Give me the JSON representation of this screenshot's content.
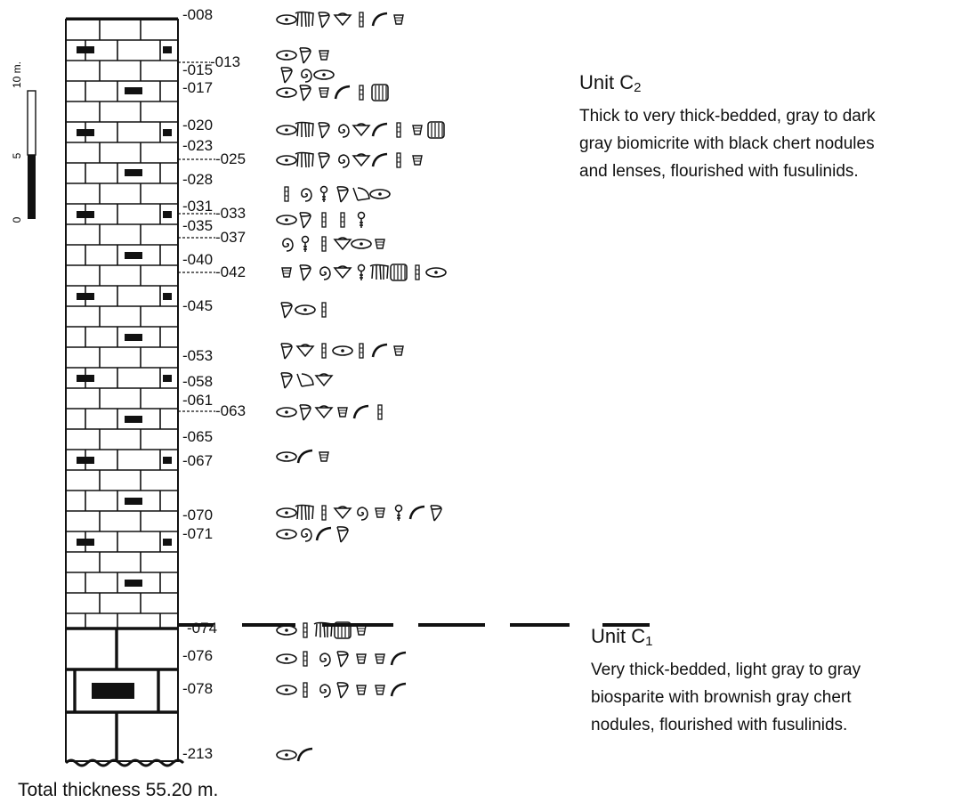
{
  "scale_bar": {
    "unit_label": "10 m.",
    "ticks": [
      "0",
      "5"
    ]
  },
  "samples": [
    {
      "id": "-008",
      "fossils": [
        "fusulinid",
        "crinoid",
        "gastropod",
        "bivalve",
        "ostracod",
        "brachiopod",
        "coral"
      ]
    },
    {
      "id": "-013",
      "fossils": [
        "fusulinid",
        "gastropod",
        "coral"
      ]
    },
    {
      "id": "-015",
      "fossils": [
        "gastropod",
        "ammonoid",
        "fusulinid"
      ]
    },
    {
      "id": "-017",
      "fossils": [
        "fusulinid",
        "gastropod",
        "coral",
        "brachiopod",
        "ostracod",
        "bryozoan"
      ]
    },
    {
      "id": "-020",
      "fossils": [
        "fusulinid",
        "crinoid",
        "gastropod",
        "ammonoid",
        "bivalve",
        "brachiopod",
        "ostracod",
        "coral",
        "bryozoan"
      ]
    },
    {
      "id": "-023",
      "fossils": []
    },
    {
      "id": "-025",
      "fossils": [
        "fusulinid",
        "crinoid",
        "gastropod",
        "ammonoid",
        "bivalve",
        "brachiopod",
        "ostracod",
        "coral"
      ]
    },
    {
      "id": "-028",
      "fossils": []
    },
    {
      "id": "-031",
      "fossils": [
        "ostracod",
        "ammonoid",
        "algae",
        "gastropod",
        "trilobite",
        "fusulinid"
      ]
    },
    {
      "id": "-033",
      "fossils": [
        "fusulinid",
        "gastropod",
        "ostracod",
        "ostracod",
        "algae"
      ]
    },
    {
      "id": "-035",
      "fossils": []
    },
    {
      "id": "-037",
      "fossils": [
        "ammonoid",
        "algae",
        "ostracod",
        "bivalve",
        "fusulinid",
        "coral"
      ]
    },
    {
      "id": "-040",
      "fossils": []
    },
    {
      "id": "-042",
      "fossils": [
        "coral",
        "gastropod",
        "ammonoid",
        "bivalve",
        "algae",
        "crinoid",
        "bryozoan",
        "ostracod",
        "fusulinid"
      ]
    },
    {
      "id": "-045",
      "fossils": [
        "gastropod",
        "fusulinid",
        "ostracod"
      ]
    },
    {
      "id": "-053",
      "fossils": [
        "gastropod",
        "bivalve",
        "ostracod",
        "fusulinid",
        "ostracod",
        "brachiopod",
        "coral"
      ]
    },
    {
      "id": "-058",
      "fossils": [
        "gastropod",
        "trilobite",
        "bivalve"
      ]
    },
    {
      "id": "-061",
      "fossils": []
    },
    {
      "id": "-063",
      "fossils": [
        "fusulinid",
        "gastropod",
        "bivalve",
        "coral",
        "brachiopod",
        "ostracod"
      ]
    },
    {
      "id": "-065",
      "fossils": []
    },
    {
      "id": "-067",
      "fossils": [
        "fusulinid",
        "brachiopod",
        "coral"
      ]
    },
    {
      "id": "-070",
      "fossils": [
        "fusulinid",
        "crinoid",
        "ostracod",
        "bivalve",
        "ammonoid",
        "coral",
        "algae",
        "brachiopod",
        "gastropod"
      ]
    },
    {
      "id": "-071",
      "fossils": [
        "fusulinid",
        "ammonoid",
        "brachiopod",
        "gastropod"
      ]
    },
    {
      "id": "-074",
      "fossils": [
        "fusulinid",
        "ostracod",
        "crinoid",
        "bryozoan",
        "coral"
      ]
    },
    {
      "id": "-076",
      "fossils": [
        "fusulinid",
        "ostracod",
        "ammonoid",
        "gastropod",
        "coral",
        "coral",
        "brachiopod"
      ]
    },
    {
      "id": "-078",
      "fossils": [
        "fusulinid",
        "ostracod",
        "ammonoid",
        "gastropod",
        "coral",
        "coral",
        "brachiopod"
      ]
    },
    {
      "id": "-213",
      "fossils": [
        "fusulinid",
        "brachiopod"
      ]
    }
  ],
  "units": {
    "c2": {
      "name": "Unit C",
      "subscript": "2",
      "description": [
        "Thick to very thick-bedded, gray to dark",
        "gray biomicrite with black chert nodules",
        "and lenses, flourished with fusulinids."
      ]
    },
    "c1": {
      "name": "Unit C",
      "subscript": "1",
      "description": [
        "Very thick-bedded, light gray to gray",
        "biosparite with brownish gray chert",
        "nodules, flourished with fusulinids."
      ]
    }
  },
  "total_thickness": "Total thickness 55.20 m.",
  "colors": {
    "ink": "#111111",
    "paper": "#ffffff",
    "chert": "#111111"
  }
}
